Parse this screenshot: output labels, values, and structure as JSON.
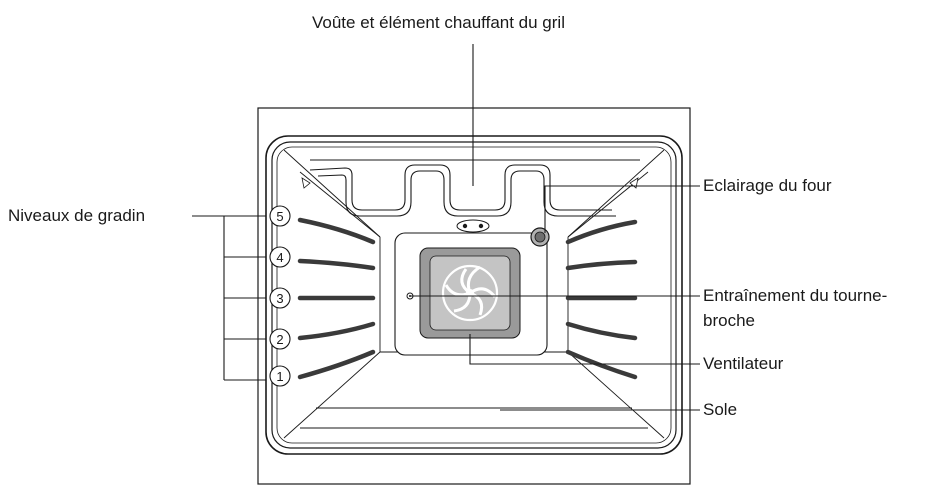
{
  "labels": {
    "top": "Voûte et élément chauffant du gril",
    "shelf_levels": "Niveaux de gradin",
    "oven_light": "Eclairage du four",
    "rotisserie_line1": "Entraînement du tourne-",
    "rotisserie_line2": "broche",
    "fan": "Ventilateur",
    "floor": "Sole"
  },
  "shelf_numbers": [
    "5",
    "4",
    "3",
    "2",
    "1"
  ]
}
